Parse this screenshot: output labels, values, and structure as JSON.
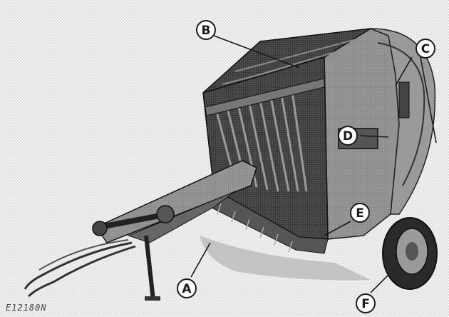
{
  "figure": {
    "figure_code": "E12180N",
    "background_color": "#ffffff",
    "ink_color": "#1a1a1a",
    "callouts": [
      {
        "letter": "A"
      },
      {
        "letter": "B"
      },
      {
        "letter": "C"
      },
      {
        "letter": "D"
      },
      {
        "letter": "E"
      },
      {
        "letter": "F"
      }
    ]
  }
}
